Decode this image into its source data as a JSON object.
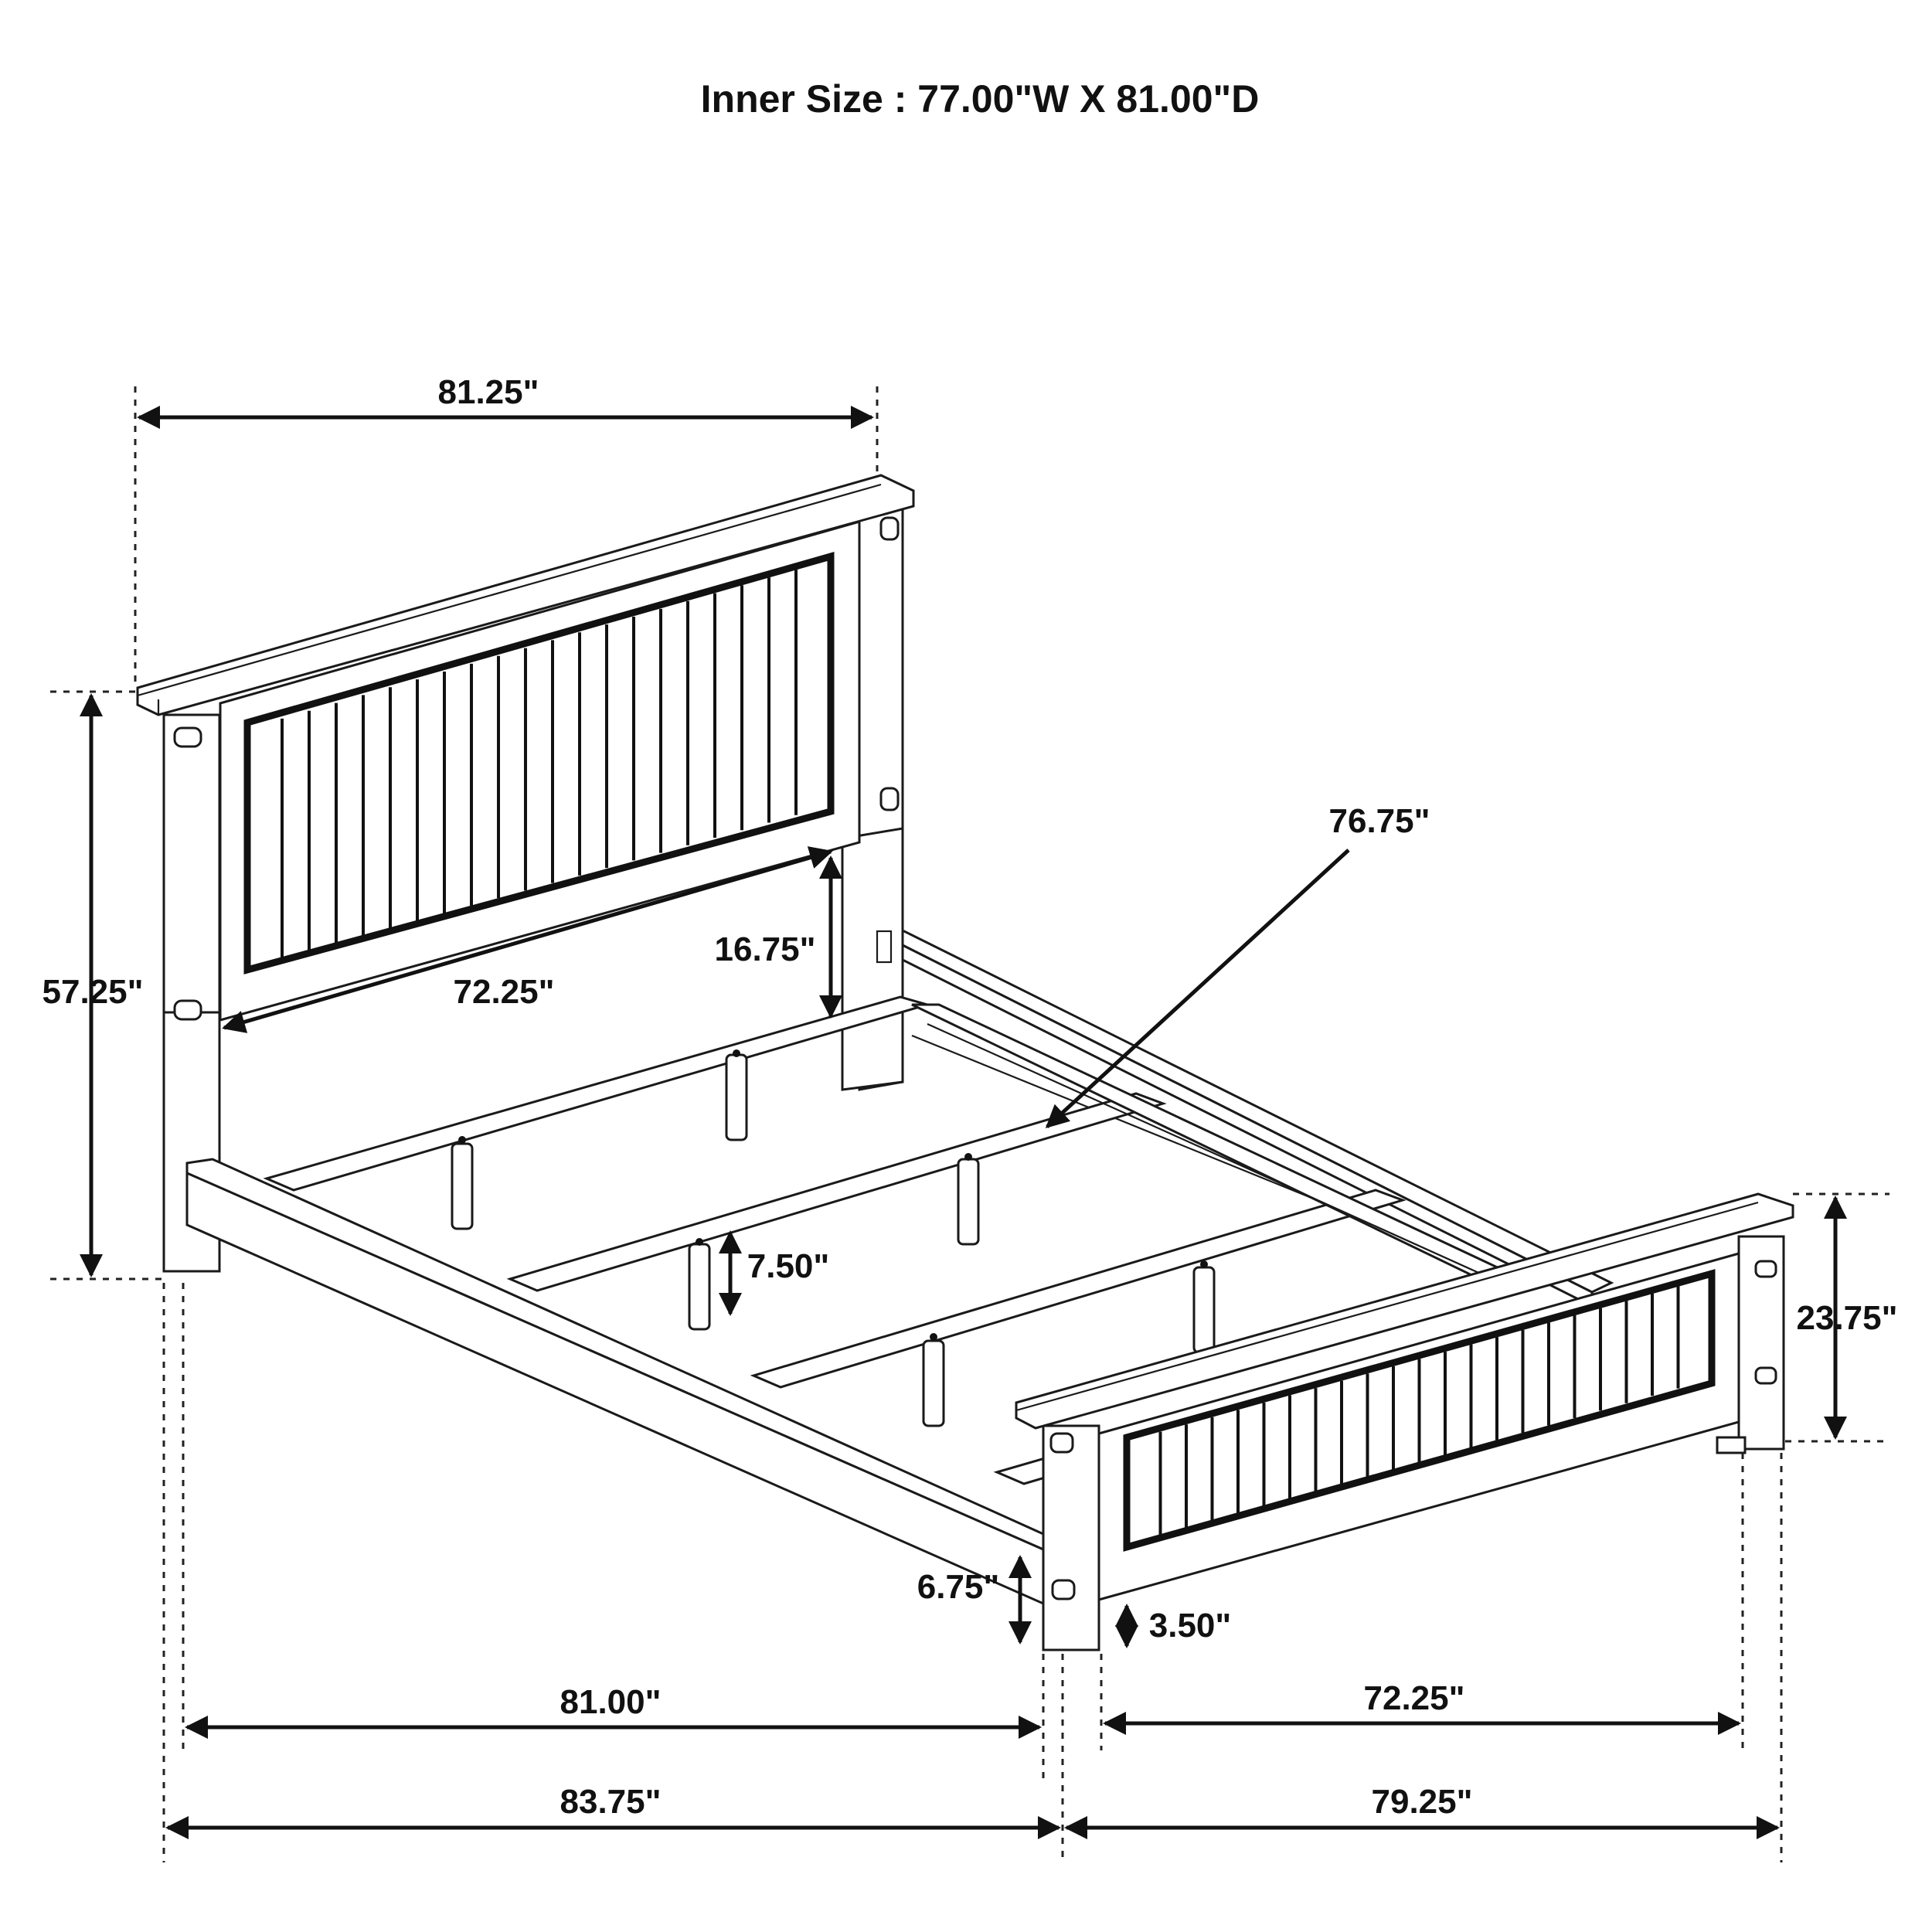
{
  "title": "Inner Size : 77.00\"W X 81.00\"D",
  "dimensions": {
    "headboard_width": "81.25\"",
    "headboard_height": "57.25\"",
    "headboard_panel_width": "72.25\"",
    "headboard_clearance": "16.75\"",
    "slat_length": "76.75\"",
    "support_leg_height": "7.50\"",
    "footboard_height": "23.75\"",
    "side_rail_clearance": "6.75\"",
    "footboard_clearance": "3.50\"",
    "inner_length": "81.00\"",
    "footboard_panel_width": "72.25\"",
    "overall_length": "83.75\"",
    "overall_width": "79.25\""
  },
  "colors": {
    "line": "#1a1a1a",
    "background": "#ffffff"
  }
}
